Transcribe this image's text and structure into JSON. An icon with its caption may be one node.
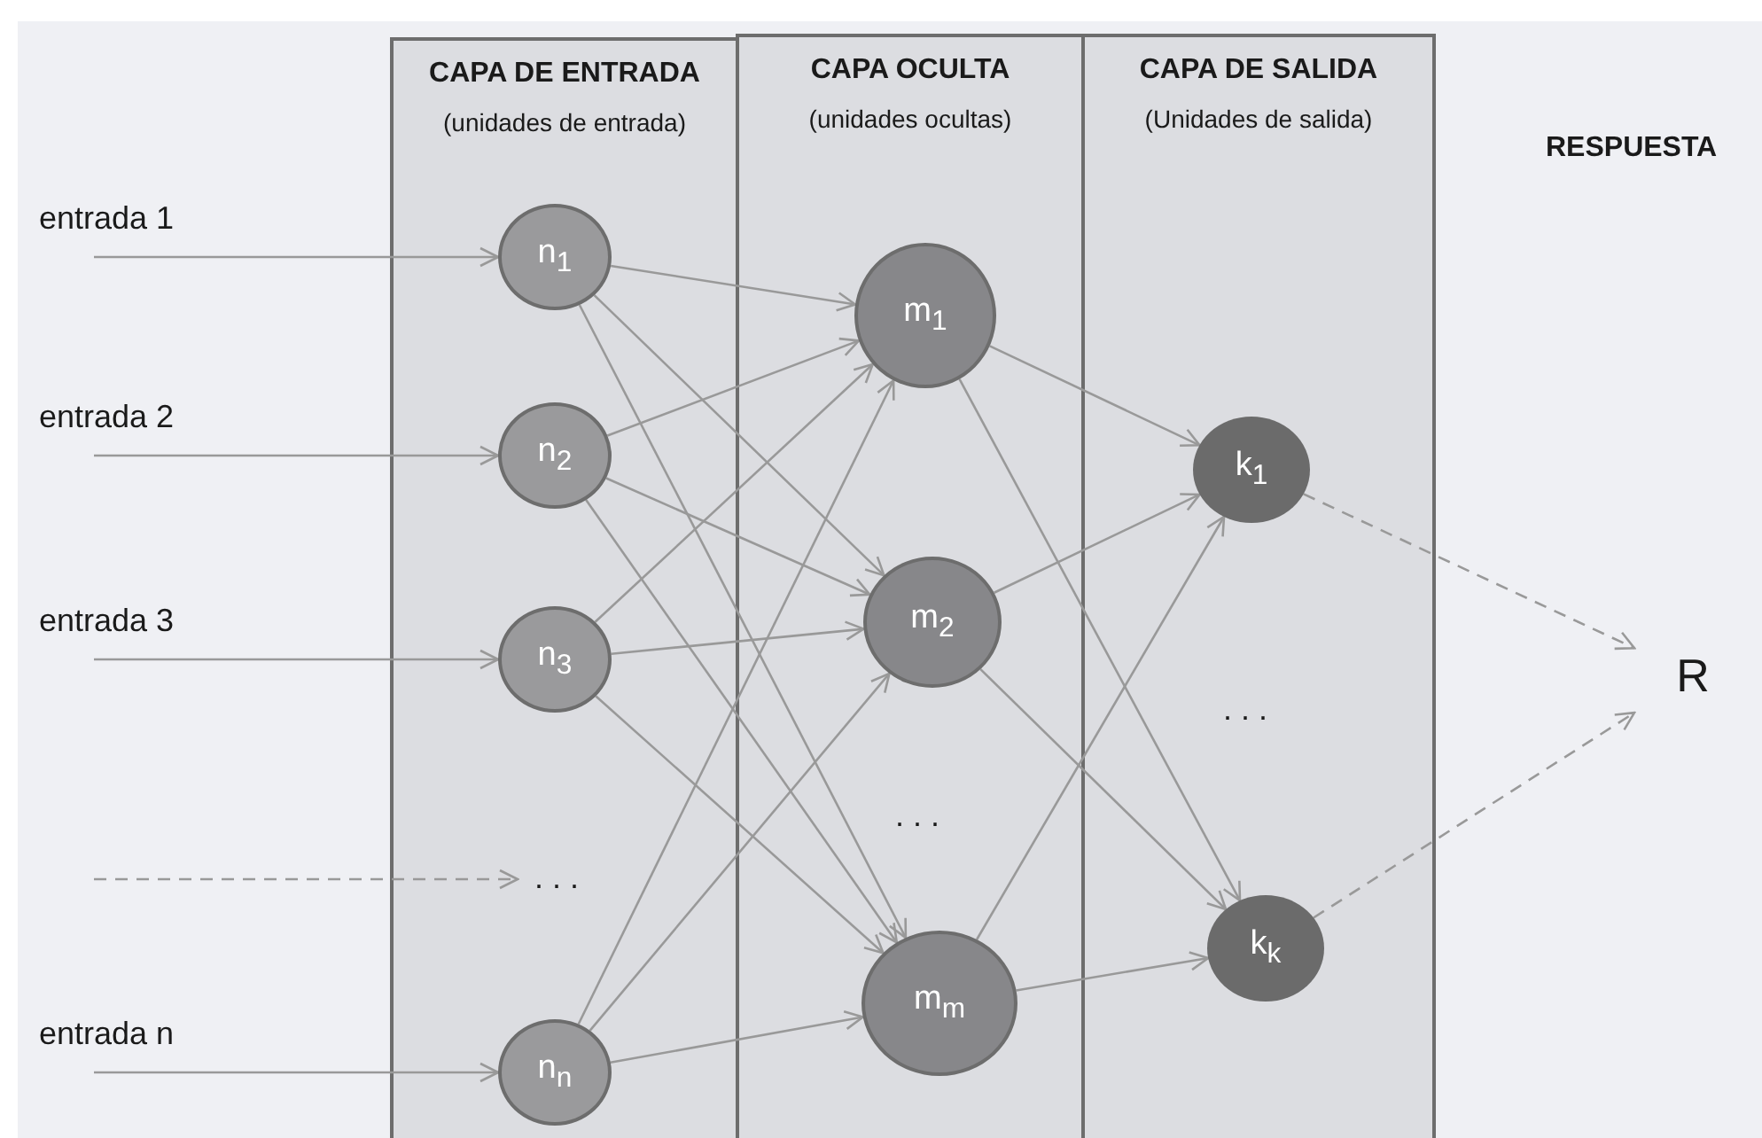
{
  "diagram": {
    "nodes": [
      {
        "text": [
          "CAPA DE ENTRADA",
          "(unidades de entrada)"
        ]
      },
      {
        "text": [
          "CAPA OCULTA",
          "(unidades ocultas)"
        ]
      },
      {
        "text": [
          "CAPA DE SALIDA",
          "(Unidades de salida)"
        ]
      },
      {
        "text": [
          "entrada 1"
        ]
      },
      {
        "text": [
          "entrada 2"
        ]
      },
      {
        "text": [
          "entrada 3"
        ]
      },
      {
        "text": [
          "entrada n"
        ]
      },
      {
        "text": [
          "n$_{1}$"
        ],
        "in": 0
      },
      {
        "text": [
          "n$_{2}$"
        ],
        "in": 0
      },
      {
        "text": [
          "n$_{3}$"
        ],
        "in": 0
      },
      {
        "text": [
          ". . ."
        ],
        "in": 0
      },
      {
        "text": [
          "n$_{n}$"
        ],
        "in": 0
      },
      {
        "text": [
          "m$_{1}$"
        ],
        "in": 1
      },
      {
        "text": [
          "m$_{2}$"
        ],
        "in": 1
      },
      {
        "text": [
          "m$_{m}$"
        ],
        "in": 1
      },
      {
        "text": [
          "k$_{1}$"
        ],
        "in": 2
      },
      {
        "text": [
          "k$_{k}$"
        ],
        "in": 2
      },
      {
        "text": [
          "R"
        ]
      }
    ],
    "edges": [
      {
        "from": 3,
        "to": 7,
        "arrow": "to"
      },
      {
        "from": 4,
        "to": 8,
        "arrow": "to"
      },
      {
        "from": 5,
        "to": 9,
        "arrow": "to"
      },
      {
        "from": null,
        "to": 10,
        "arrow": "to",
        "style": "dashed"
      },
      {
        "from": 6,
        "to": 11,
        "arrow": "to"
      },
      {
        "from": 7,
        "to": 12,
        "arrow": "to"
      },
      {
        "from": 7,
        "to": 13,
        "arrow": "to"
      },
      {
        "from": 7,
        "to": 14,
        "arrow": "to"
      },
      {
        "from": 8,
        "to": 12,
        "arrow": "to"
      },
      {
        "from": 8,
        "to": 13,
        "arrow": "to"
      },
      {
        "from": 8,
        "to": 14,
        "arrow": "to"
      },
      {
        "from": 9,
        "to": 12,
        "arrow": "to"
      },
      {
        "from": 9,
        "to": 13,
        "arrow": "to"
      },
      {
        "from": 9,
        "to": 14,
        "arrow": "to"
      },
      {
        "from": 11,
        "to": 12,
        "arrow": "to"
      },
      {
        "from": 11,
        "to": 13,
        "arrow": "to"
      },
      {
        "from": 11,
        "to": 14,
        "arrow": "to"
      },
      {
        "from": 12,
        "to": 15,
        "arrow": "to"
      },
      {
        "from": 12,
        "to": 16,
        "arrow": "to"
      },
      {
        "from": 13,
        "to": 15,
        "arrow": "to"
      },
      {
        "from": 13,
        "to": 16,
        "arrow": "to"
      },
      {
        "from": 14,
        "to": 15,
        "arrow": "to"
      },
      {
        "from": 14,
        "to": 16,
        "arrow": "to"
      },
      {
        "from": 15,
        "to": 17,
        "arrow": "to",
        "style": "dashed"
      },
      {
        "from": 16,
        "to": 17,
        "arrow": "to",
        "style": "dashed"
      }
    ],
    "labels": [
      "RESPUESTA",
      ". . .",
      ". . ."
    ]
  }
}
